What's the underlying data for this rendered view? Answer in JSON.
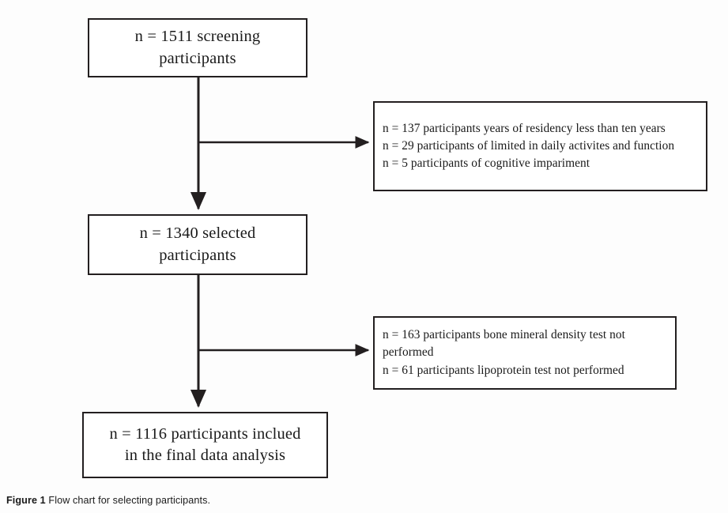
{
  "figure": {
    "caption_label": "Figure 1",
    "caption_text": "Flow chart for selecting participants."
  },
  "chart_data": {
    "type": "diagram",
    "diagram_kind": "flow-chart",
    "title": "Flow chart for selecting participants.",
    "orientation": "top-to-bottom with right-side exclusion branches",
    "nodes": [
      {
        "id": "screening",
        "role": "main",
        "label": "n =  1511 screening\nparticipants",
        "n": 1511
      },
      {
        "id": "excluded-1",
        "role": "exclusion",
        "label": "n = 137 participants years of residency less than ten years\nn = 29 participants of limited in daily activites and function\nn = 5 participants of cognitive impariment",
        "reasons": [
          {
            "n": 137,
            "text": "participants years of residency less than ten years"
          },
          {
            "n": 29,
            "text": "participants of limited in daily activites and function"
          },
          {
            "n": 5,
            "text": "participants of cognitive impariment"
          }
        ]
      },
      {
        "id": "selected",
        "role": "main",
        "label": "n =  1340 selected\nparticipants",
        "n": 1340
      },
      {
        "id": "excluded-2",
        "role": "exclusion",
        "label": "n = 163 participants bone mineral density test not performed\nn = 61 participants lipoprotein test not performed",
        "reasons": [
          {
            "n": 163,
            "text": "participants bone mineral density test not performed"
          },
          {
            "n": 61,
            "text": "participants lipoprotein test not performed"
          }
        ]
      },
      {
        "id": "final",
        "role": "main",
        "label": "n =  1116 participants inclued\nin the final data analysis",
        "n": 1116
      }
    ],
    "edges": [
      {
        "from": "screening",
        "to": "selected",
        "kind": "vertical-arrow"
      },
      {
        "from": "screening",
        "to": "excluded-1",
        "kind": "horizontal-branch-arrow"
      },
      {
        "from": "selected",
        "to": "final",
        "kind": "vertical-arrow"
      },
      {
        "from": "selected",
        "to": "excluded-2",
        "kind": "horizontal-branch-arrow"
      }
    ],
    "colors": {
      "stroke": "#231f20",
      "background": "#fdfdfd",
      "text": "#1a1a1a"
    }
  },
  "boxes": {
    "screening": "n =  1511 screening\nparticipants",
    "excluded_1": "n = 137 participants years of residency less than ten years\nn = 29 participants of limited in daily activites and function\nn = 5 participants of cognitive impariment",
    "selected": "n =  1340 selected\nparticipants",
    "excluded_2": "n = 163 participants bone mineral density test not performed\nn = 61 participants lipoprotein test not performed",
    "final": "n =  1116 participants inclued\nin the final data analysis"
  }
}
